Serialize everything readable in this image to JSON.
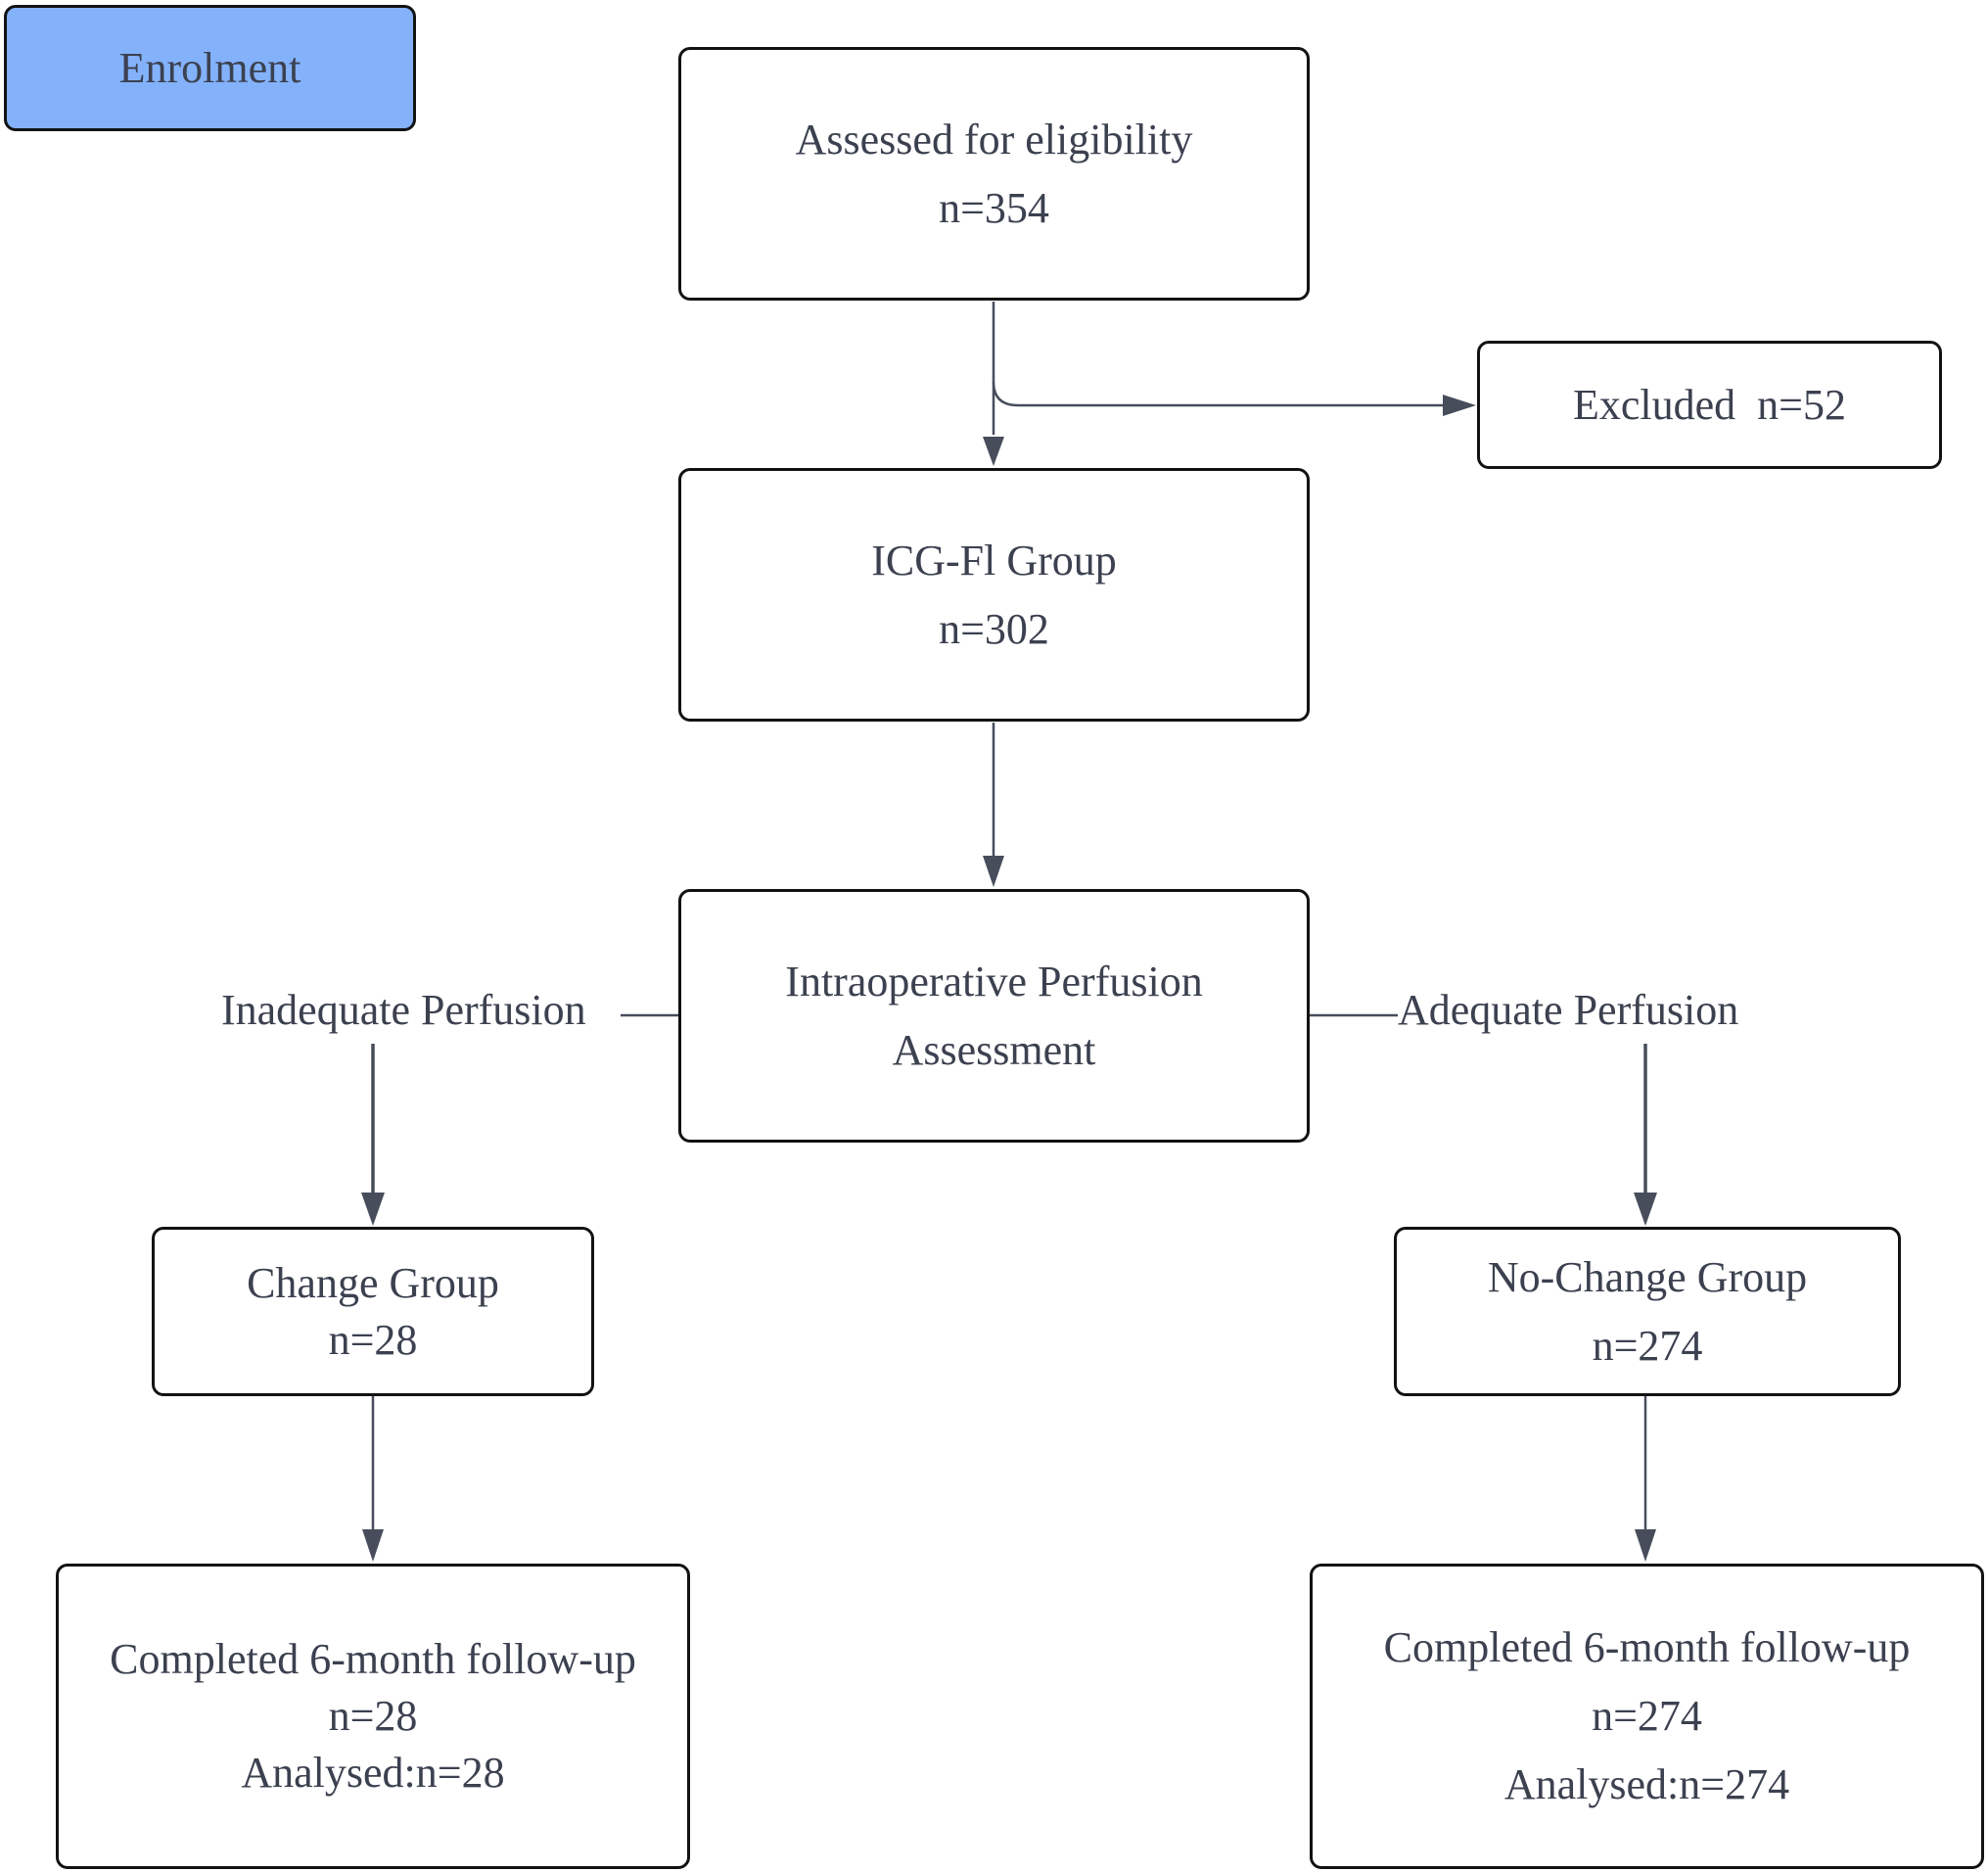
{
  "phase_label": "Enrolment",
  "colors": {
    "phase_fill": "#83b2fb",
    "text": "#3c4150",
    "border": "#121212",
    "connector": "#474d5b"
  },
  "boxes": {
    "assessed": {
      "title": "Assessed for eligibility",
      "count": "n=354"
    },
    "excluded": {
      "title": "Excluded  n=52"
    },
    "icg": {
      "title": "ICG-Fl Group",
      "count": "n=302"
    },
    "assessment": {
      "line1": "Intraoperative Perfusion",
      "line2": "Assessment"
    },
    "change": {
      "title": "Change Group",
      "count": "n=28"
    },
    "no_change": {
      "title": "No-Change Group",
      "count": "n=274"
    },
    "followup_change": {
      "title": "Completed 6-month follow-up",
      "count": "n=28",
      "analysed": "Analysed:n=28"
    },
    "followup_no_change": {
      "title": "Completed 6-month follow-up",
      "count": "n=274",
      "analysed": "Analysed:n=274"
    }
  },
  "branch_labels": {
    "left": "Inadequate Perfusion",
    "right": "Adequate Perfusion"
  }
}
